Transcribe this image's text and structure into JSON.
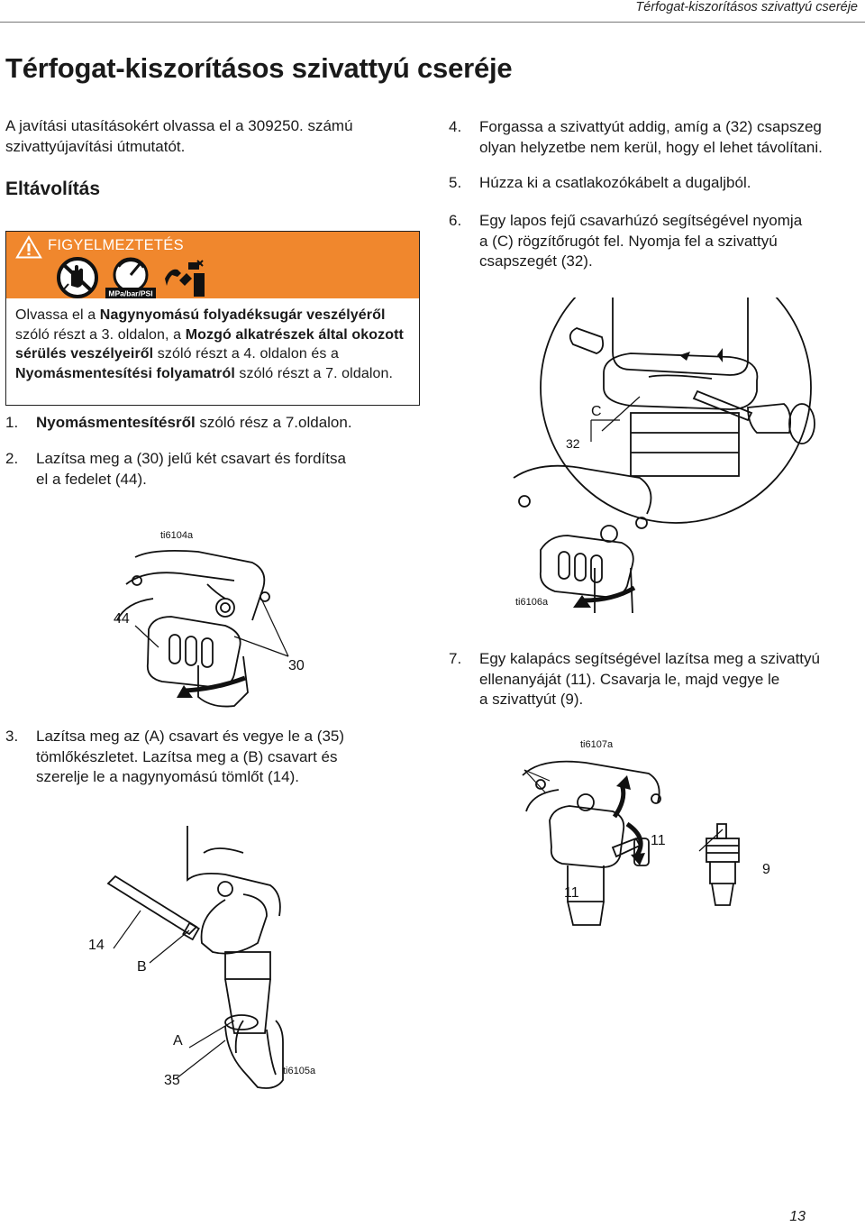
{
  "header": {
    "running_title": "Térfogat-kiszorításos szivattyú cseréje"
  },
  "page_title": "Térfogat-kiszorításos szivattyú cseréje",
  "intro": "A javítási utasításokért olvassa el a 309250. számú szivattyújavítási útmutatót.",
  "section_title": "Eltávolítás",
  "warning": {
    "label": "FIGYELMEZTETÉS",
    "pictogram_text": "MPa/bar/PSI",
    "body": [
      {
        "t": "Olvassa el a ",
        "b": false
      },
      {
        "t": "Nagynyomású folyadéksugár veszélyéről",
        "b": true
      },
      {
        "t": " szóló részt a 3. oldalon, a ",
        "b": false
      },
      {
        "t": "Mozgó alkatrészek által okozott sérülés veszélyeiről",
        "b": true
      },
      {
        "t": " szóló részt a 4. oldalon és a ",
        "b": false
      },
      {
        "t": "Nyomásmentesítési folyamatról",
        "b": true
      },
      {
        "t": " szóló részt a 7. oldalon.",
        "b": false
      }
    ]
  },
  "steps": {
    "s1": {
      "num": "1.",
      "bold": "Nyomásmentesítésről",
      "rest": " szóló rész a 7.oldalon."
    },
    "s2": {
      "num": "2.",
      "line1": "Lazítsa meg a (30) jelű két csavart és fordítsa",
      "line2": "el a fedelet (44)."
    },
    "s3": {
      "num": "3.",
      "line1": "Lazítsa meg az (A) csavart és vegye le a (35)",
      "line2": "tömlőkészletet. Lazítsa meg a (B) csavart és",
      "line3": "szerelje le a nagynyomású tömlőt (14)."
    },
    "s4": {
      "num": "4.",
      "line1": "Forgassa a szivattyút addig, amíg a (32) csapszeg",
      "line2": "olyan helyzetbe nem kerül, hogy el lehet távolítani."
    },
    "s5": {
      "num": "5.",
      "line1": "Húzza ki a csatlakozókábelt a dugaljból."
    },
    "s6": {
      "num": "6.",
      "line1": "Egy lapos fejű csavarhúzó segítségével nyomja",
      "line2": "a (C) rögzítőrugót fel. Nyomja fel a szivattyú",
      "line3": "csapszegét (32)."
    },
    "s7": {
      "num": "7.",
      "line1": "Egy kalapács segítségével lazítsa meg a szivattyú",
      "line2": "ellenanyáját (11). Csavarja le, majd vegye le",
      "line3": "a szivattyút (9)."
    }
  },
  "figures": {
    "fig1": {
      "id": "ti6104a",
      "callout_44": "44",
      "callout_30": "30"
    },
    "fig2": {
      "id": "ti6105a",
      "callout_14": "14",
      "callout_B": "B",
      "callout_A": "A",
      "callout_35": "35"
    },
    "fig3": {
      "id": "ti6106a",
      "callout_C": "C",
      "callout_32": "32"
    },
    "fig4": {
      "id": "ti6107a",
      "callout_11a": "11",
      "callout_11b": "11",
      "callout_9": "9"
    }
  },
  "page_number": "13",
  "colors": {
    "warning_orange": "#f0872d",
    "text": "#1a1a1a"
  }
}
